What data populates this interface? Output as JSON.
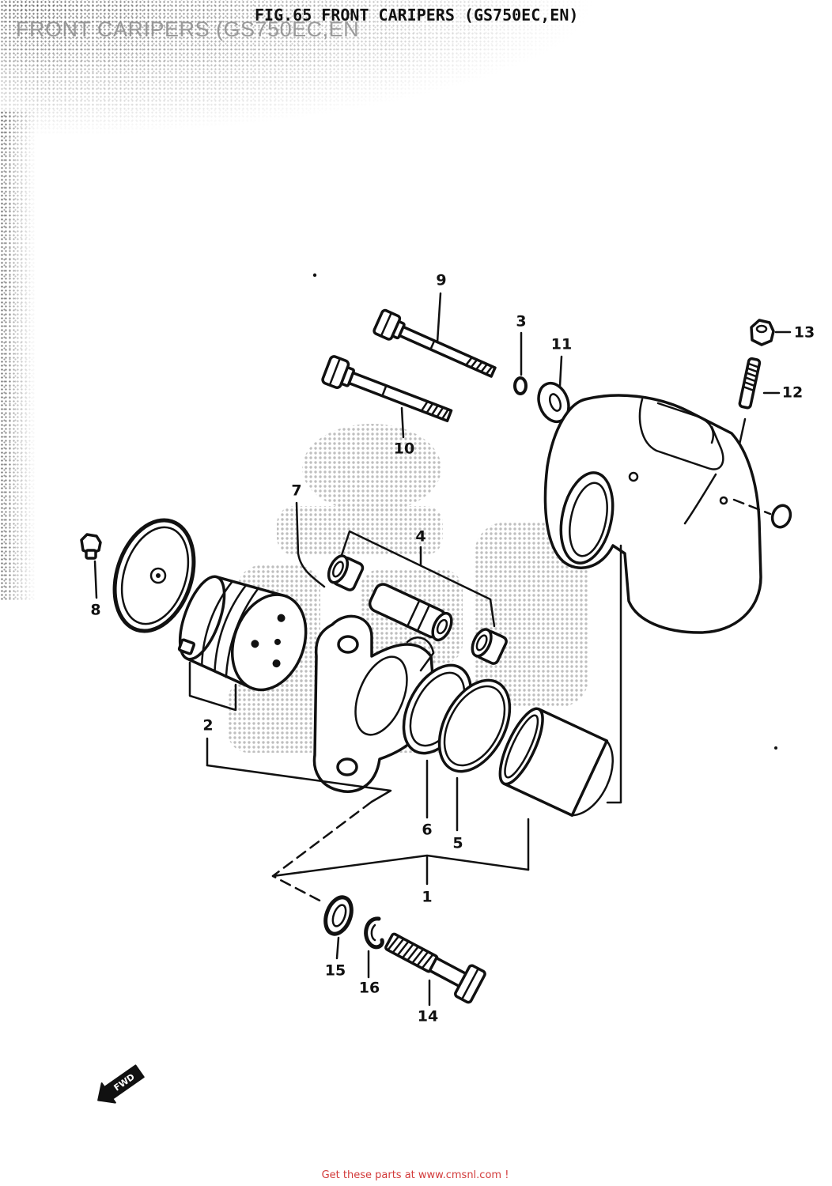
{
  "title": "FIG.65  FRONT CARIPERS (GS750EC,EN)",
  "overlay_title": "FRONT CARIPERS (GS750EC,EN",
  "callouts": {
    "p1": "1",
    "p2": "2",
    "p3": "3",
    "p4": "4",
    "p5": "5",
    "p6": "6",
    "p7": "7",
    "p8": "8",
    "p9": "9",
    "p10": "10",
    "p11": "11",
    "p12": "12",
    "p13": "13",
    "p14": "14",
    "p15": "15",
    "p16": "16"
  },
  "direction_label": "FWD",
  "footer": "Get these parts at www.cmsnl.com !",
  "icons": {
    "direction": "forward-arrow-icon",
    "watermark": "watermark-logo"
  },
  "colors": {
    "ink": "#111111",
    "footer": "#d23a3a",
    "overlay_title": "#8c8c8c",
    "watermark": "#b8b8b8",
    "paper": "#ffffff"
  }
}
